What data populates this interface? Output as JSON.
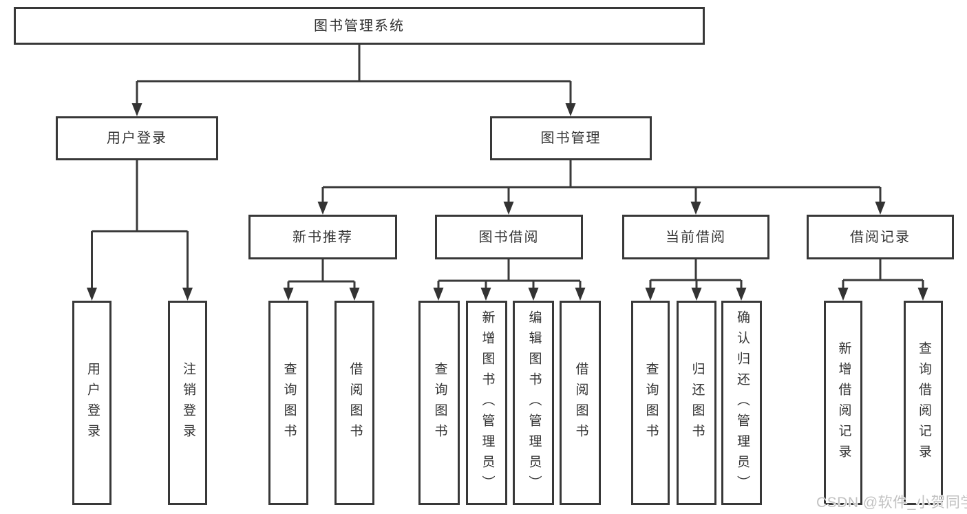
{
  "tree": {
    "root": {
      "label": "图书管理系统"
    },
    "branches": [
      {
        "label": "用户登录",
        "children": [
          {
            "label": "用户登录"
          },
          {
            "label": "注销登录"
          }
        ]
      },
      {
        "label": "图书管理",
        "children": [
          {
            "label": "新书推荐",
            "children": [
              {
                "label": "查询图书"
              },
              {
                "label": "借阅图书"
              }
            ]
          },
          {
            "label": "图书借阅",
            "children": [
              {
                "label": "查询图书"
              },
              {
                "label": "新增图书（管理员）"
              },
              {
                "label": "编辑图书（管理员）"
              },
              {
                "label": "借阅图书"
              }
            ]
          },
          {
            "label": "当前借阅",
            "children": [
              {
                "label": "查询图书"
              },
              {
                "label": "归还图书"
              },
              {
                "label": "确认归还（管理员）"
              }
            ]
          },
          {
            "label": "借阅记录",
            "children": [
              {
                "label": "新增借阅记录"
              },
              {
                "label": "查询借阅记录"
              }
            ]
          }
        ]
      }
    ]
  },
  "watermark": {
    "text": "CSDN @软件_小贺同学"
  },
  "colors": {
    "line": "#3a3a3a",
    "border": "#383838",
    "text": "#333333",
    "watermark_text": "#c2c2c2",
    "background": "#ffffff"
  }
}
